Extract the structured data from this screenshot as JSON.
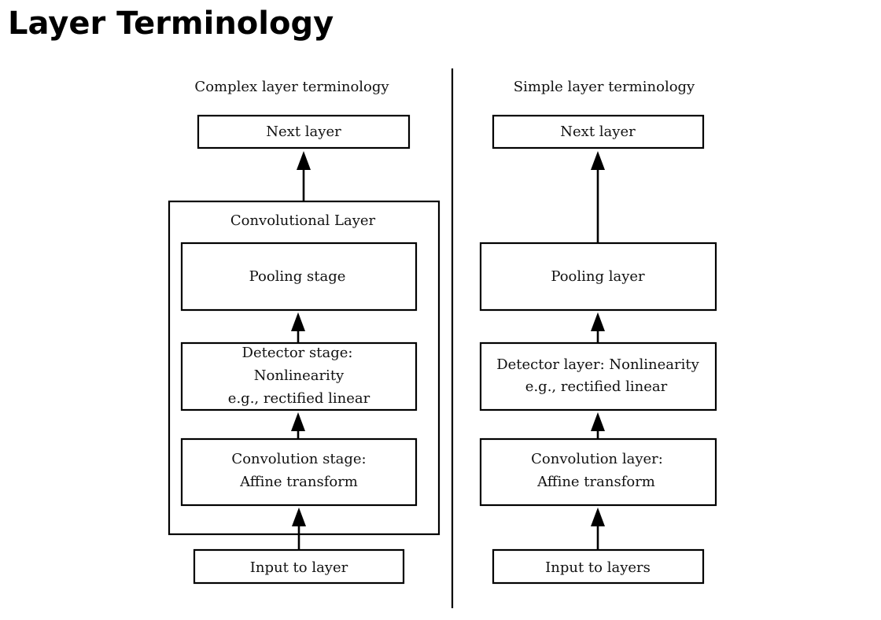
{
  "title": "Layer Terminology",
  "complex": {
    "heading": "Complex layer terminology",
    "next_layer": "Next layer",
    "conv_layer_label": "Convolutional Layer",
    "pooling": "Pooling stage",
    "detector": [
      "Detector stage:",
      "Nonlinearity",
      "e.g., rectified linear"
    ],
    "convolution": [
      "Convolution stage:",
      "Affine transform"
    ],
    "input": "Input to layer"
  },
  "simple": {
    "heading": "Simple layer terminology",
    "next_layer": "Next layer",
    "pooling": "Pooling layer",
    "detector": [
      "Detector layer: Nonlinearity",
      "e.g., rectified linear"
    ],
    "convolution": [
      "Convolution layer:",
      "Affine transform"
    ],
    "input": "Input to layers"
  }
}
